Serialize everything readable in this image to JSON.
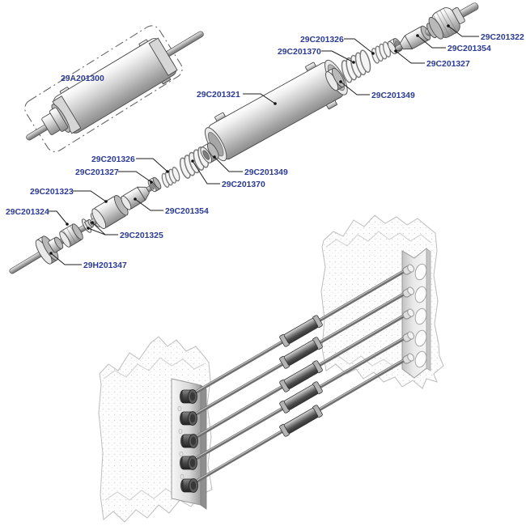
{
  "diagram": {
    "type": "exploded-parts-diagram",
    "description": "Hydraulic damper tie-rod assembly exploded view with installation illustration",
    "colors": {
      "callout_text": "#2b3a94",
      "leader_line": "#1c1c1c",
      "metal_light": "#f2f2f2",
      "metal_dark": "#8f8f8f",
      "damper_dark": "#3a3a3a",
      "background": "#ffffff"
    },
    "labels": {
      "assembly": "29A201300",
      "upper": {
        "tube": "29C201321",
        "spring_small": "29C201326",
        "spring_large": "29C201370",
        "end_plug": "29C201349",
        "cup_washer": "29C201327",
        "rod_end": "29C201354",
        "swivel_fitting": "29C201322"
      },
      "lower": {
        "spring_small": "29C201326",
        "cup_washer": "29C201327",
        "sleeve": "29C201323",
        "knurled_nut": "29C201324",
        "flanged_bushings": "29C201325",
        "rod_end": "29C201354",
        "guide_ring": "29C201349",
        "spring_large": "29C201370",
        "anchor_washer": "29H201347"
      }
    },
    "illustration": {
      "tie_rod_count": 5,
      "walls": 2
    }
  }
}
